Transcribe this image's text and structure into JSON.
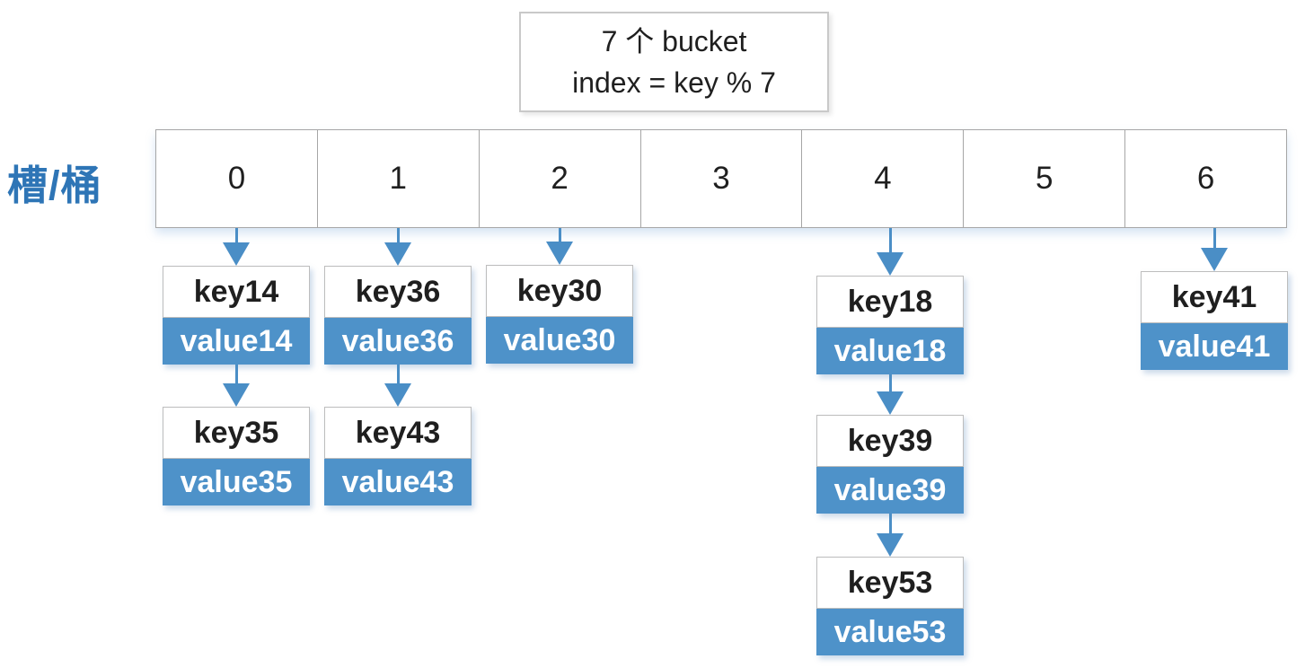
{
  "title": {
    "line1": "7 个 bucket",
    "line2": "index = key % 7"
  },
  "row_label": "槽/桶",
  "array": {
    "cells": [
      "0",
      "1",
      "2",
      "3",
      "4",
      "5",
      "6"
    ]
  },
  "chains": [
    {
      "bucket": "0",
      "nodes": [
        {
          "key": "key14",
          "value": "value14"
        },
        {
          "key": "key35",
          "value": "value35"
        }
      ]
    },
    {
      "bucket": "1",
      "nodes": [
        {
          "key": "key36",
          "value": "value36"
        },
        {
          "key": "key43",
          "value": "value43"
        }
      ]
    },
    {
      "bucket": "2",
      "nodes": [
        {
          "key": "key30",
          "value": "value30"
        }
      ]
    },
    {
      "bucket": "4",
      "nodes": [
        {
          "key": "key18",
          "value": "value18"
        },
        {
          "key": "key39",
          "value": "value39"
        },
        {
          "key": "key53",
          "value": "value53"
        }
      ]
    },
    {
      "bucket": "6",
      "nodes": [
        {
          "key": "key41",
          "value": "value41"
        }
      ]
    }
  ],
  "colors": {
    "accent-blue": "#4e92c9",
    "arrow-blue": "#4a8ec6",
    "label-blue": "#2e75b6",
    "cell-border": "#a6a6a6",
    "box-border": "#bdbdbd",
    "title-border": "#c9c9c9",
    "text-dark": "#1f1f1f",
    "value-text": "#ffffff",
    "background": "#ffffff"
  }
}
